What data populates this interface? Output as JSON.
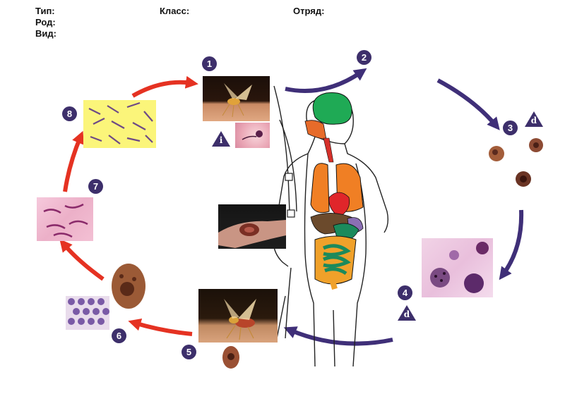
{
  "header": {
    "type_label": "Тип:",
    "class_label": "Класс:",
    "order_label": "Отряд:",
    "genus_label": "Род:",
    "species_label": "Вид:"
  },
  "stages": [
    "1",
    "2",
    "3",
    "4",
    "5",
    "6",
    "7",
    "8"
  ],
  "markers": {
    "infective": "i",
    "diagnostic": "d"
  },
  "colors": {
    "badge": "#3d2f6b",
    "insect_arrows": "#e53222",
    "human_arrows": "#3f2f78",
    "brain": "#1faa55",
    "lungs": "#f07f24",
    "liver": "#6b4a2c",
    "intestine": "#f0a12a"
  }
}
